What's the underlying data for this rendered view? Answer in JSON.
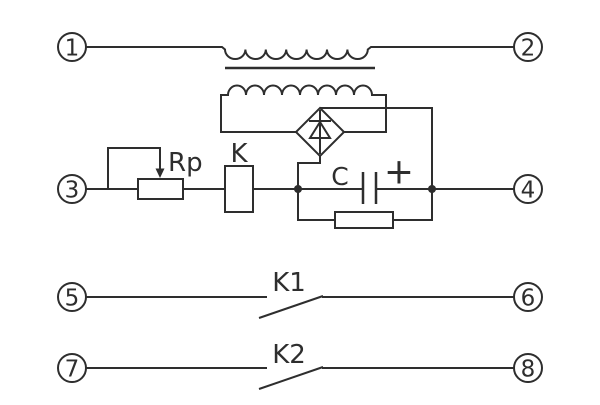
{
  "diagram": {
    "terminals": [
      {
        "label": "1"
      },
      {
        "label": "2"
      },
      {
        "label": "3"
      },
      {
        "label": "4"
      },
      {
        "label": "5"
      },
      {
        "label": "6"
      },
      {
        "label": "7"
      },
      {
        "label": "8"
      }
    ],
    "labels": {
      "potentiometer": "Rp",
      "relay_coil": "K",
      "capacitor": "C",
      "polarity": "+",
      "contact1": "K1",
      "contact2": "K2"
    },
    "components": [
      "terminal-1-2-line-with-primary-winding",
      "transformer-core",
      "secondary-winding",
      "bridge-rectifier-diode",
      "potentiometer-Rp-with-wiper-feedback",
      "relay-coil-K",
      "filter-capacitor-C-plus",
      "parallel-resistor",
      "open-contact-K1-between-5-6",
      "open-contact-K2-between-7-8"
    ]
  },
  "colors": {
    "stroke": "#2e2e2e",
    "text": "#2e2e2e",
    "background": "#ffffff"
  }
}
